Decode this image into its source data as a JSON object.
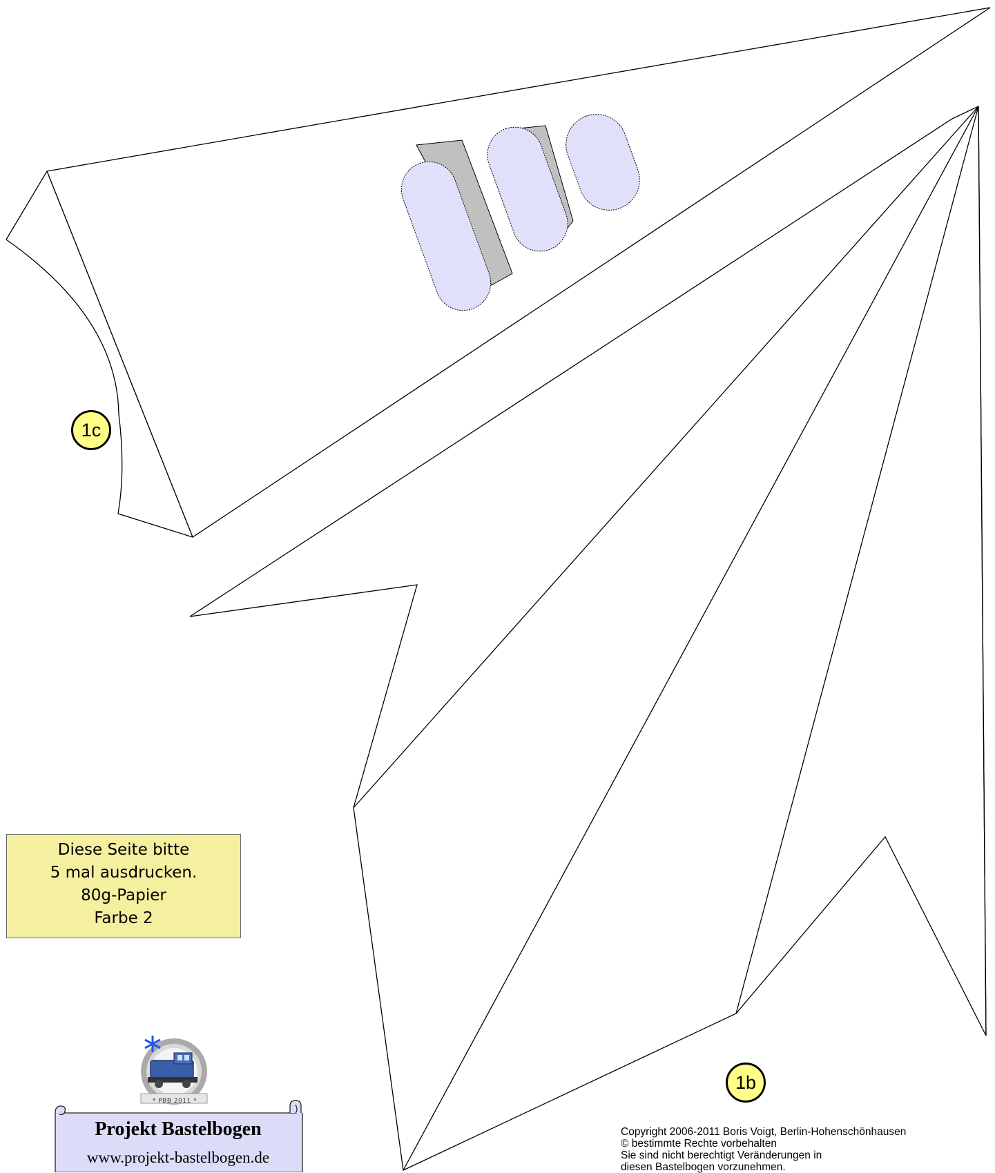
{
  "part_labels": {
    "part_c": "1c",
    "part_b": "1b"
  },
  "print_note": {
    "lines": [
      "Diese Seite bitte",
      "5 mal ausdrucken.",
      "80g-Papier",
      "Farbe 2"
    ]
  },
  "copyright": {
    "lines": [
      "Copyright  2006-2011 Boris Voigt, Berlin-Hohenschönhausen",
      "© bestimmte Rechte vorbehalten",
      "Sie sind nicht berechtigt Veränderungen in",
      "diesen Bastelbogen vorzunehmen."
    ]
  },
  "logo": {
    "badge_text": "* PBB 2011 *",
    "title": "Projekt Bastelbogen",
    "url": "www.projekt-bastelbogen.de"
  },
  "colors": {
    "window_fill": "#e0e0fa",
    "window_side": "#c0c0c0",
    "marker_fill": "#ffff88",
    "note_fill": "#f4f0a0",
    "scroll_fill": "#dcdcf8"
  }
}
